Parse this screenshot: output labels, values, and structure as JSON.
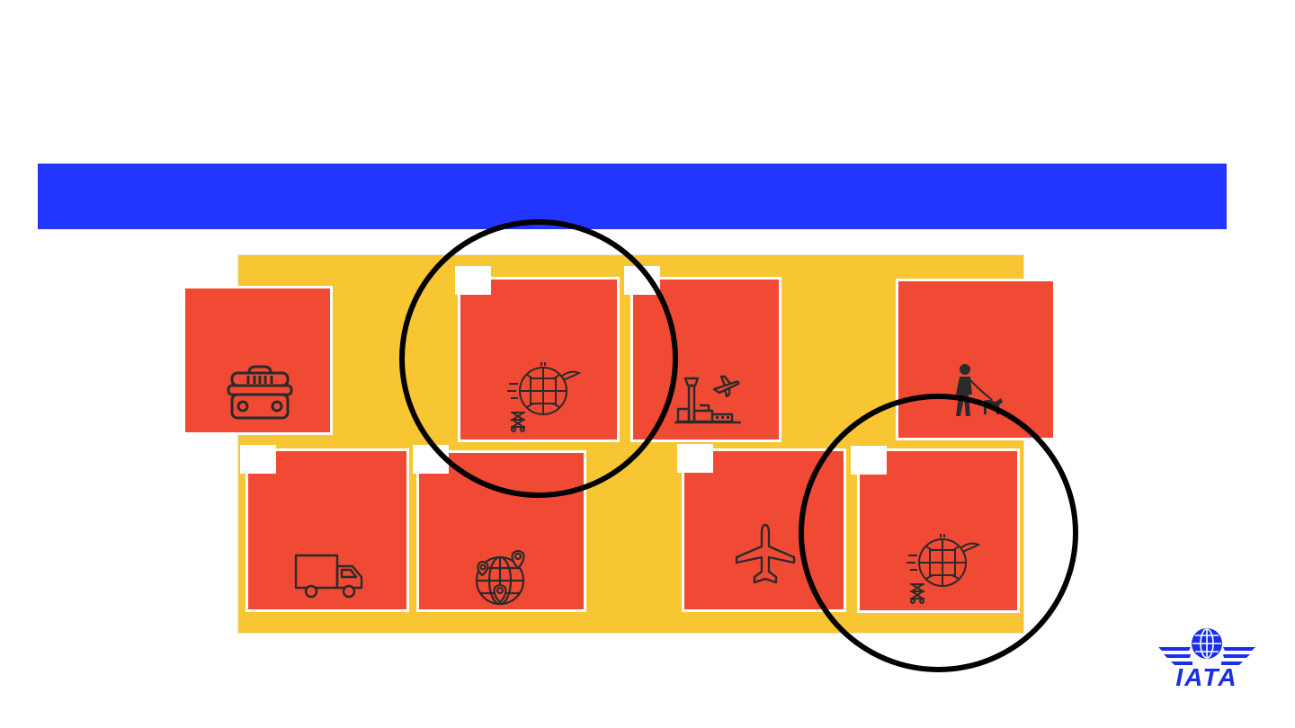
{
  "colors": {
    "banner": "#2236ff",
    "panel": "#f8c633",
    "tile": "#f04a35",
    "icon": "#2b2b2b",
    "logo": "#1a2ee6"
  },
  "tiles": [
    {
      "name": "pet-carrier-tile",
      "icon": "pet-carrier-icon"
    },
    {
      "name": "cargo-globe-tile-top",
      "icon": "cargo-globe-icon"
    },
    {
      "name": "airport-tile",
      "icon": "airport-icon"
    },
    {
      "name": "dog-walker-tile",
      "icon": "dog-walker-icon"
    },
    {
      "name": "delivery-truck-tile",
      "icon": "delivery-truck-icon"
    },
    {
      "name": "globe-locations-tile",
      "icon": "globe-location-icon"
    },
    {
      "name": "airplane-tile",
      "icon": "airplane-icon"
    },
    {
      "name": "cargo-globe-tile-bottom",
      "icon": "cargo-globe-icon"
    }
  ],
  "logo": {
    "text": "IATA",
    "icon": "iata-globe-wings-logo"
  }
}
